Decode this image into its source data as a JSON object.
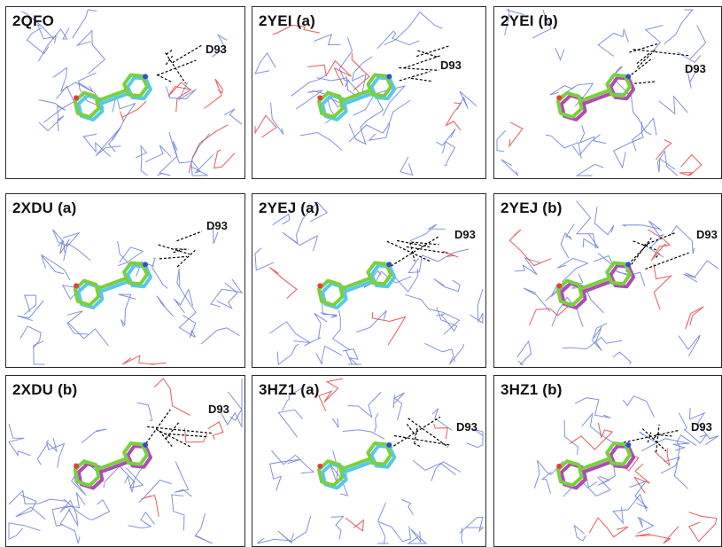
{
  "panels": [
    {
      "title": "2QFO",
      "residue": "D93"
    },
    {
      "title": "2YEI (a)",
      "residue": "D93"
    },
    {
      "title": "2YEI (b)",
      "residue": "D93"
    },
    {
      "title": "2XDU (a)",
      "residue": "D93"
    },
    {
      "title": "2YEJ (a)",
      "residue": "D93"
    },
    {
      "title": "2YEJ (b)",
      "residue": "D93"
    },
    {
      "title": "2XDU (b)",
      "residue": "D93"
    },
    {
      "title": "3HZ1 (a)",
      "residue": "D93"
    },
    {
      "title": "3HZ1 (b)",
      "residue": "D93"
    }
  ],
  "colors": {
    "protein_lines": "#6a7fd6",
    "ligand_green": "#7ad03c",
    "ligand_cyan": "#55c8f0",
    "ligand_magenta": "#b04ab8",
    "nitrogen": "#2f4fd8",
    "oxygen": "#e04040",
    "sulfur": "#e8c020",
    "hbond": "#000000"
  },
  "panel_overlays": [
    "cyan",
    "cyan",
    "magenta",
    "cyan",
    "cyan",
    "magenta",
    "magenta",
    "cyan",
    "magenta"
  ]
}
